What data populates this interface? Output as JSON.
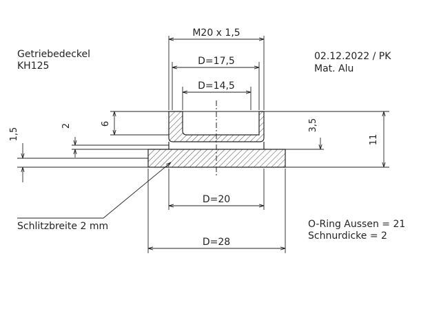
{
  "notes": {
    "part_name": "Getriebedeckel",
    "part_model": "KH125",
    "date_author": "02.12.2022 / PK",
    "material": "Mat. Alu",
    "slot_width": "Schlitzbreite 2 mm",
    "oring_outer": "O-Ring Aussen = 21",
    "cord_thickness": "Schnurdicke = 2"
  },
  "dimensions": {
    "thread": "M20 x 1,5",
    "d_outer_cup": "D=17,5",
    "d_inner_cup": "D=14,5",
    "d_step": "D=20",
    "d_flange": "D=28",
    "h_total": "11",
    "h_cup": "6",
    "h_bottom": "3,5",
    "h_gap": "2",
    "h_flange": "1,5"
  },
  "colors": {
    "line": "#222222",
    "hatch": "#444444",
    "background": "#ffffff"
  }
}
